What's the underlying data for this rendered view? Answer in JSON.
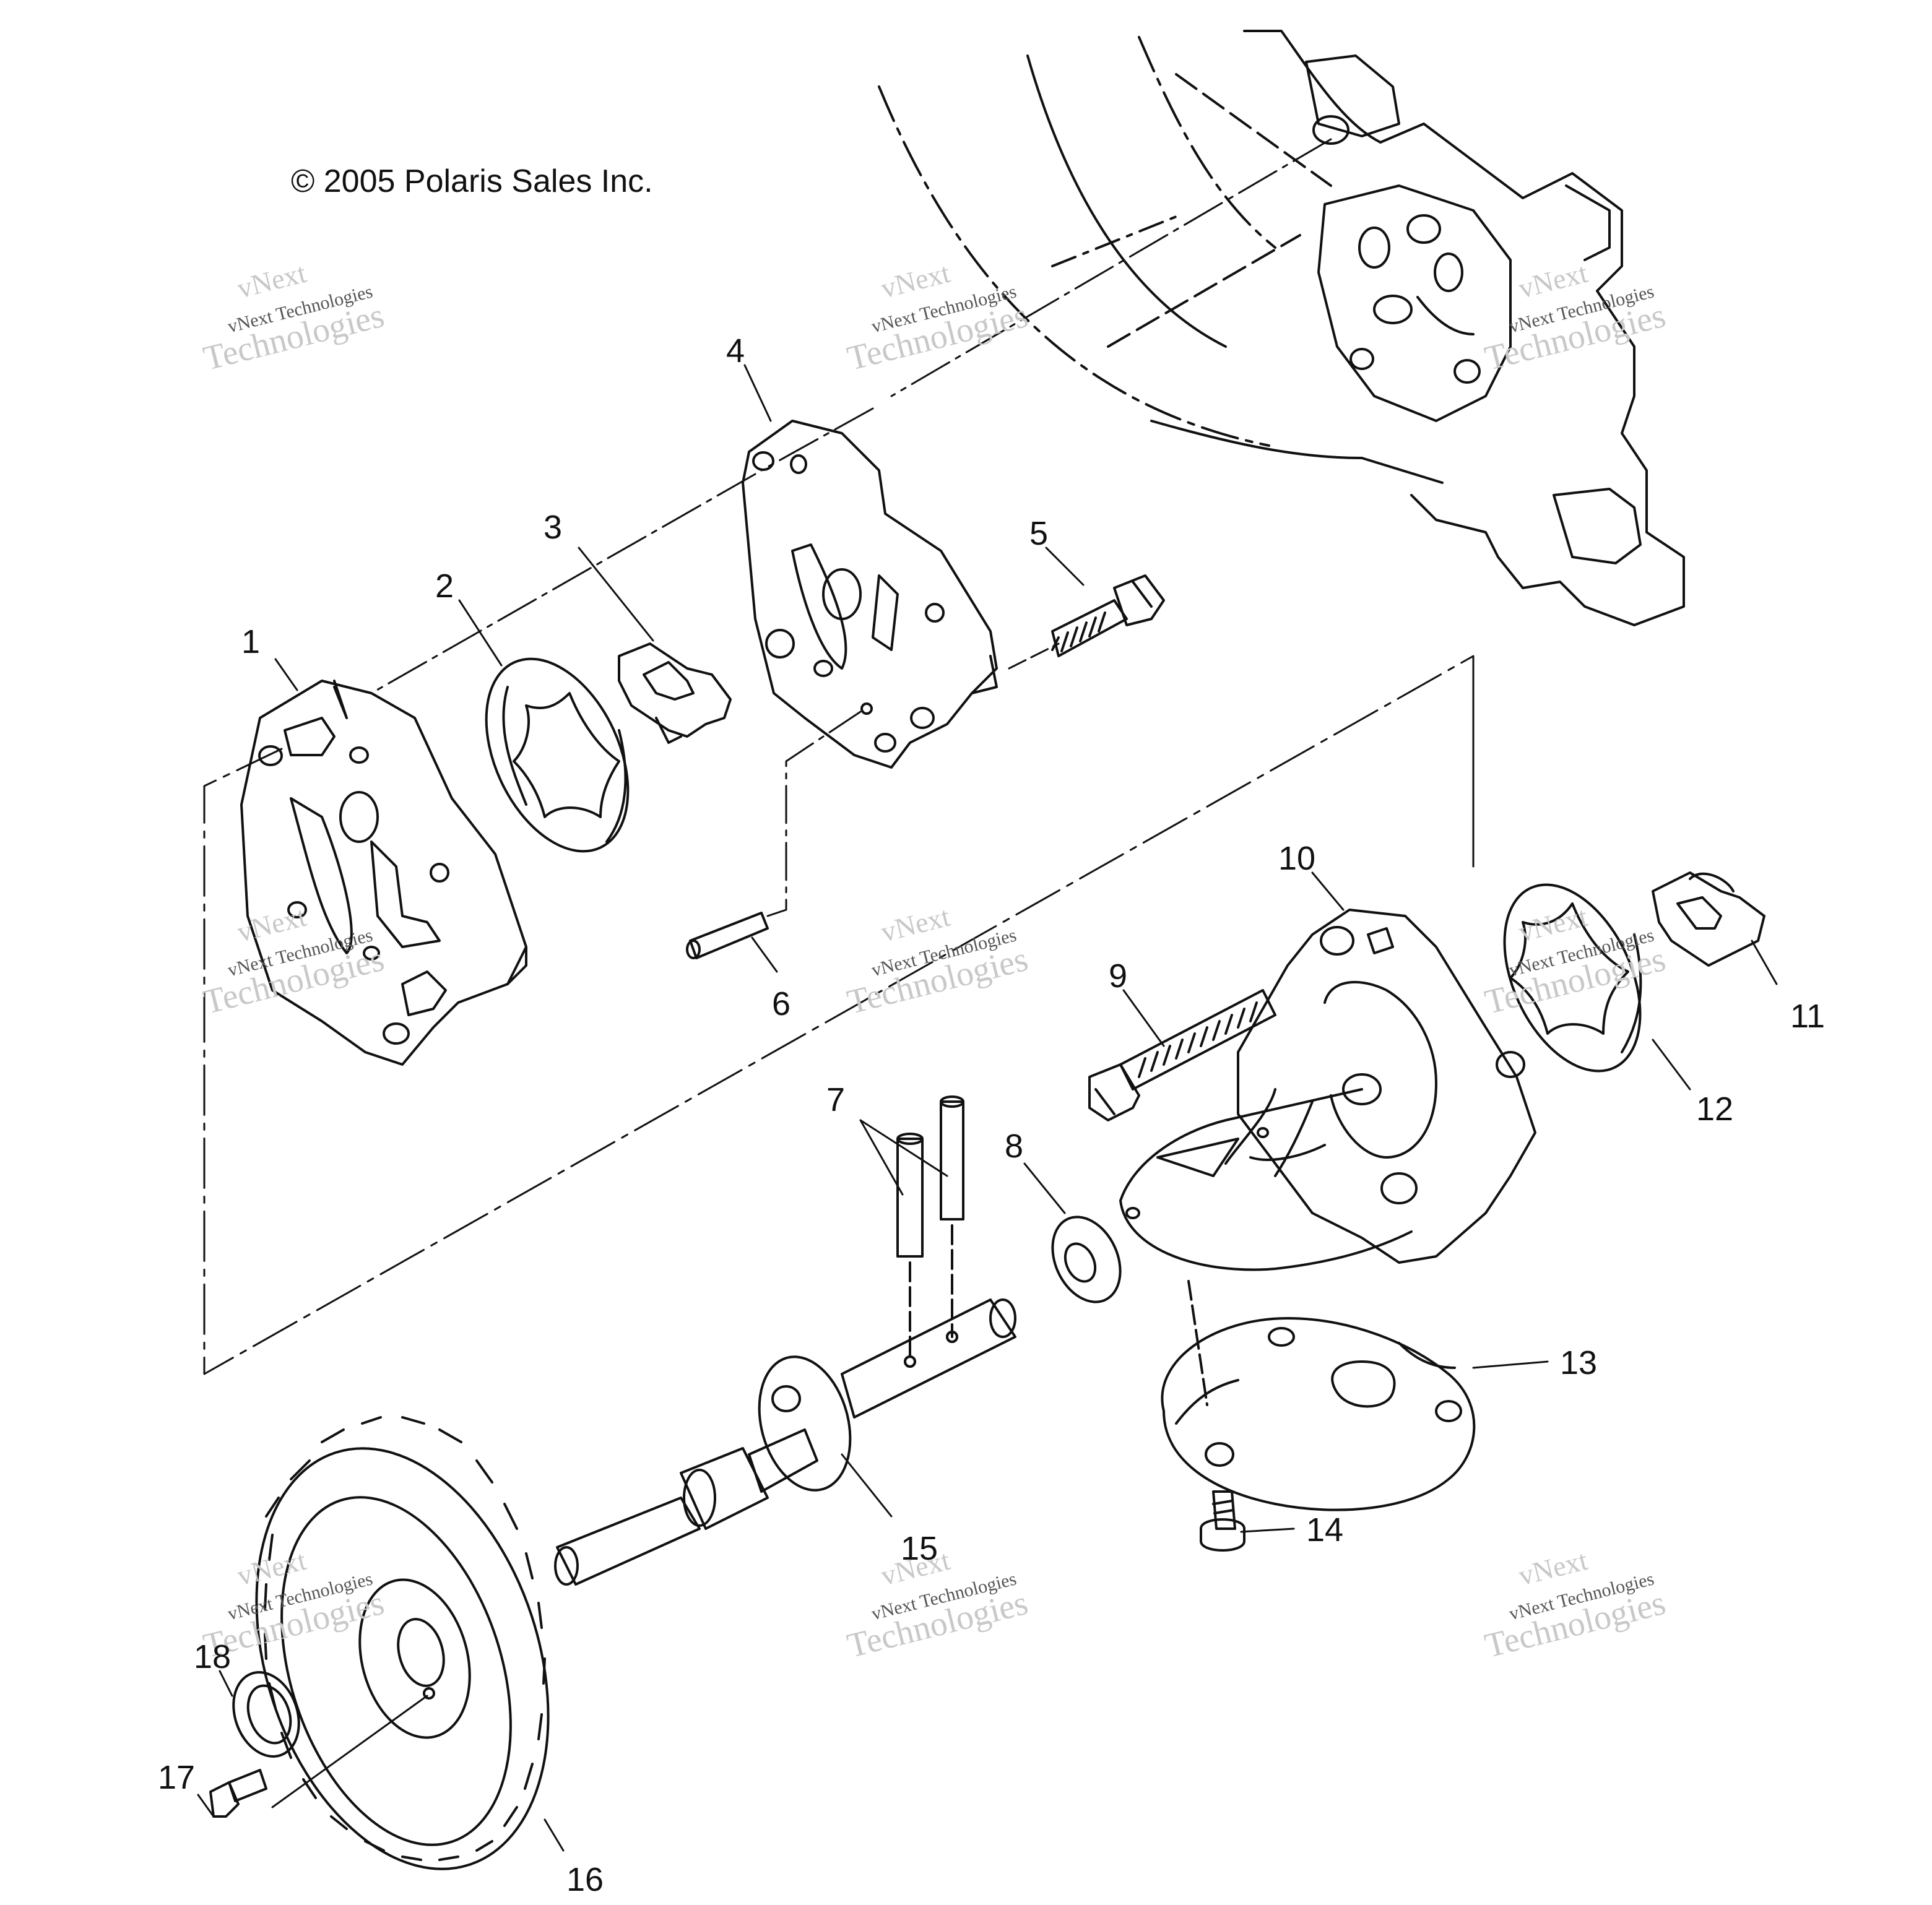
{
  "copyright": "© 2005 Polaris Sales Inc.",
  "watermark": {
    "line1": "vNext",
    "line2": "vNext Technologies",
    "line3": "Technologies"
  },
  "callouts": [
    {
      "id": "1",
      "label": "1"
    },
    {
      "id": "2",
      "label": "2"
    },
    {
      "id": "3",
      "label": "3"
    },
    {
      "id": "4",
      "label": "4"
    },
    {
      "id": "5",
      "label": "5"
    },
    {
      "id": "6",
      "label": "6"
    },
    {
      "id": "7",
      "label": "7"
    },
    {
      "id": "8",
      "label": "8"
    },
    {
      "id": "9",
      "label": "9"
    },
    {
      "id": "10",
      "label": "10"
    },
    {
      "id": "11",
      "label": "11"
    },
    {
      "id": "12",
      "label": "12"
    },
    {
      "id": "13",
      "label": "13"
    },
    {
      "id": "14",
      "label": "14"
    },
    {
      "id": "15",
      "label": "15"
    },
    {
      "id": "16",
      "label": "16"
    },
    {
      "id": "17",
      "label": "17"
    },
    {
      "id": "18",
      "label": "18"
    }
  ],
  "colors": {
    "line": "#111111",
    "watermark": "#c8c8c8",
    "background": "#ffffff"
  }
}
